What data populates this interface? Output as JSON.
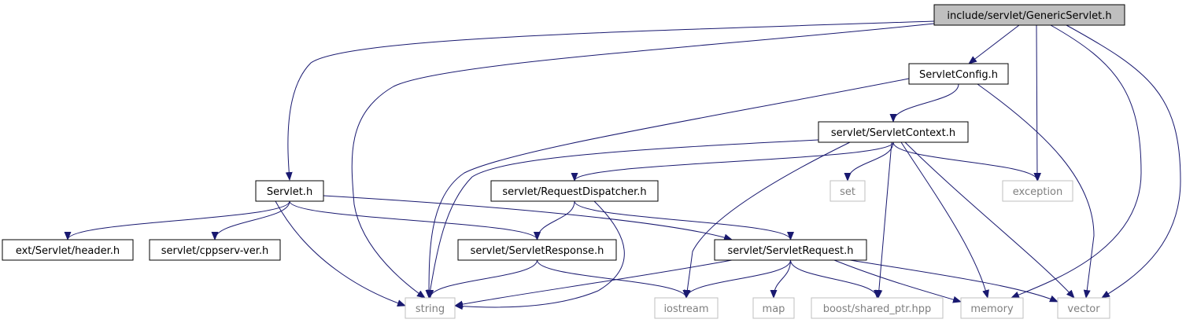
{
  "title": "",
  "colors": {
    "edge": "#191970",
    "highlight_fill": "#bfbfbf",
    "node_border": "#000000",
    "system_border": "#bfbfbf",
    "system_text": "#7f7f7f",
    "node_text": "#000000"
  },
  "nodes": [
    {
      "id": "genericservlet",
      "label": "include/servlet/GenericServlet.h",
      "kind": "root"
    },
    {
      "id": "servletconfig",
      "label": "ServletConfig.h",
      "kind": "file"
    },
    {
      "id": "servletcontext",
      "label": "servlet/ServletContext.h",
      "kind": "file"
    },
    {
      "id": "servlet",
      "label": "Servlet.h",
      "kind": "file"
    },
    {
      "id": "requestdispatcher",
      "label": "servlet/RequestDispatcher.h",
      "kind": "file"
    },
    {
      "id": "set",
      "label": "set",
      "kind": "system"
    },
    {
      "id": "exception",
      "label": "exception",
      "kind": "system"
    },
    {
      "id": "header",
      "label": "ext/Servlet/header.h",
      "kind": "file"
    },
    {
      "id": "cppservver",
      "label": "servlet/cppserv-ver.h",
      "kind": "file"
    },
    {
      "id": "servletresponse",
      "label": "servlet/ServletResponse.h",
      "kind": "file"
    },
    {
      "id": "servletrequest",
      "label": "servlet/ServletRequest.h",
      "kind": "file"
    },
    {
      "id": "string",
      "label": "string",
      "kind": "system"
    },
    {
      "id": "iostream",
      "label": "iostream",
      "kind": "system"
    },
    {
      "id": "map",
      "label": "map",
      "kind": "system"
    },
    {
      "id": "sharedptr",
      "label": "boost/shared_ptr.hpp",
      "kind": "system"
    },
    {
      "id": "memory",
      "label": "memory",
      "kind": "system"
    },
    {
      "id": "vector",
      "label": "vector",
      "kind": "system"
    }
  ],
  "edges": [
    {
      "from": "genericservlet",
      "to": "servlet"
    },
    {
      "from": "genericservlet",
      "to": "string"
    },
    {
      "from": "genericservlet",
      "to": "servletconfig"
    },
    {
      "from": "genericservlet",
      "to": "exception"
    },
    {
      "from": "genericservlet",
      "to": "memory"
    },
    {
      "from": "genericservlet",
      "to": "vector"
    },
    {
      "from": "servletconfig",
      "to": "servletcontext"
    },
    {
      "from": "servletconfig",
      "to": "string"
    },
    {
      "from": "servletconfig",
      "to": "vector"
    },
    {
      "from": "servletcontext",
      "to": "requestdispatcher"
    },
    {
      "from": "servletcontext",
      "to": "string"
    },
    {
      "from": "servletcontext",
      "to": "set"
    },
    {
      "from": "servletcontext",
      "to": "exception"
    },
    {
      "from": "servletcontext",
      "to": "iostream"
    },
    {
      "from": "servletcontext",
      "to": "sharedptr"
    },
    {
      "from": "servletcontext",
      "to": "memory"
    },
    {
      "from": "servletcontext",
      "to": "vector"
    },
    {
      "from": "servlet",
      "to": "header"
    },
    {
      "from": "servlet",
      "to": "cppservver"
    },
    {
      "from": "servlet",
      "to": "servletresponse"
    },
    {
      "from": "servlet",
      "to": "servletrequest"
    },
    {
      "from": "servlet",
      "to": "string"
    },
    {
      "from": "requestdispatcher",
      "to": "servletresponse"
    },
    {
      "from": "requestdispatcher",
      "to": "servletrequest"
    },
    {
      "from": "requestdispatcher",
      "to": "string"
    },
    {
      "from": "servletresponse",
      "to": "string"
    },
    {
      "from": "servletresponse",
      "to": "iostream"
    },
    {
      "from": "servletrequest",
      "to": "string"
    },
    {
      "from": "servletrequest",
      "to": "iostream"
    },
    {
      "from": "servletrequest",
      "to": "map"
    },
    {
      "from": "servletrequest",
      "to": "sharedptr"
    },
    {
      "from": "servletrequest",
      "to": "memory"
    },
    {
      "from": "servletrequest",
      "to": "vector"
    }
  ]
}
